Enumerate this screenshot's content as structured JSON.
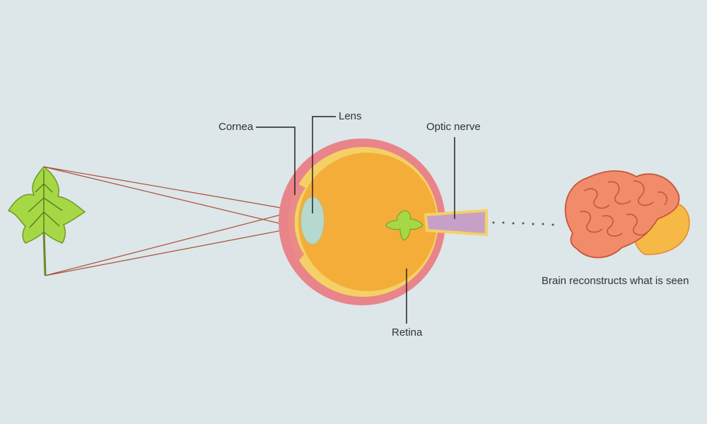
{
  "labels": {
    "cornea": "Cornea",
    "lens": "Lens",
    "optic_nerve": "Optic nerve",
    "retina": "Retina",
    "brain_caption": "Brain reconstructs what is seen"
  },
  "colors": {
    "background": "#dde6e8",
    "leaf": "#a6d846",
    "leaf_vein": "#5a7f1e",
    "sclera": "#e9848a",
    "eye_inner": "#f5ad3a",
    "eye_rim": "#f3d166",
    "lens": "#b6d9cf",
    "optic_nerve": "#c7a0c8",
    "light_ray": "#a8503a",
    "brain": "#f08c6a",
    "cerebellum": "#f7b945",
    "leader_line": "#222222"
  }
}
